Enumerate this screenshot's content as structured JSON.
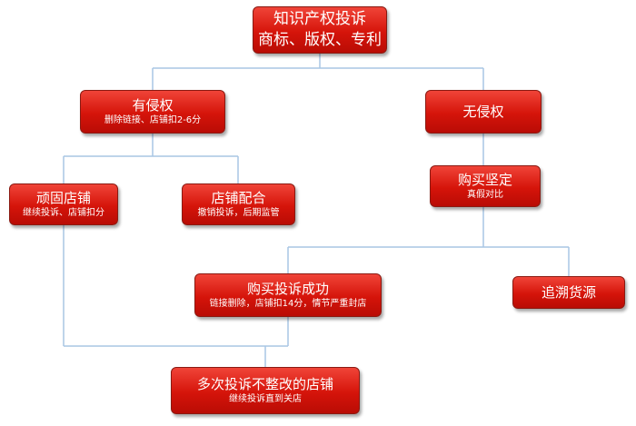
{
  "nodes": {
    "ip_complaint": {
      "title_line1": "知识产权投诉",
      "title_line2": "商标、版权、专利"
    },
    "infringement": {
      "title": "有侵权",
      "subtitle": "删除链接、店铺扣2-6分"
    },
    "no_infringement": {
      "title": "无侵权"
    },
    "stubborn_store": {
      "title": "顽固店铺",
      "subtitle": "继续投诉、店铺扣分"
    },
    "cooperative_store": {
      "title": "店铺配合",
      "subtitle": "撤销投诉，后期监管"
    },
    "buy_verify": {
      "title": "购买坚定",
      "subtitle": "真假对比"
    },
    "buy_complaint_success": {
      "title": "购买投诉成功",
      "subtitle": "链接删除，店铺扣14分，情节严重封店"
    },
    "trace_source": {
      "title": "追溯货源"
    },
    "repeat_offender": {
      "title": "多次投诉不整改的店铺",
      "subtitle": "继续投诉直到关店"
    }
  },
  "colors": {
    "node_fill": "#d5140a",
    "node_border": "#8a1a12",
    "connector": "#a9c6e4",
    "text": "#ffffff"
  }
}
